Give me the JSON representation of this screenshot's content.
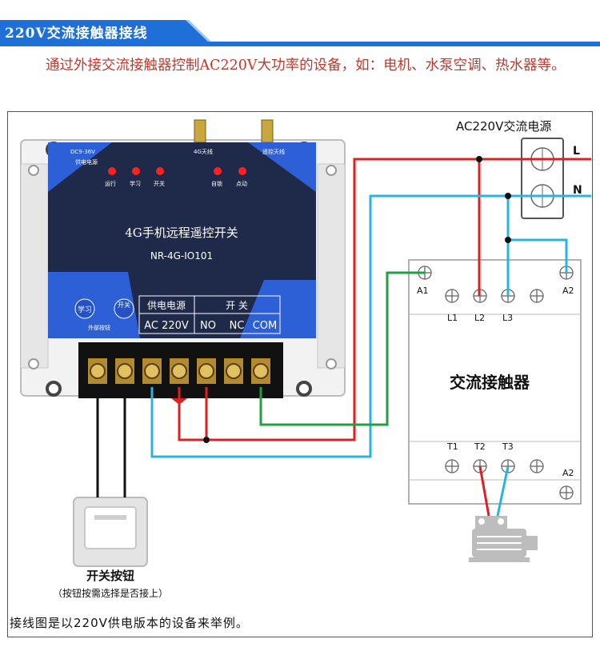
{
  "header": {
    "title": "220V交流接触器接线"
  },
  "intro": "通过外接交流接触器控制AC220V大功率的设备，如：电机、水泵空调、热水器等。",
  "power_source": {
    "title": "AC220V交流电源",
    "l": "L",
    "n": "N"
  },
  "device": {
    "top_left": "DC9-36V",
    "top_left_sub": "供电电源",
    "antenna_4g": "4G天线",
    "antenna_remote": "遥控天线",
    "leds": [
      "运行",
      "学习",
      "开关",
      "自锁",
      "点动"
    ],
    "title": "4G手机远程遥控开关",
    "model": "NR-4G-IO101",
    "btn_learn": "学习",
    "btn_switch": "开关",
    "ext_button": "外部按钮",
    "table_power": "供电电源",
    "table_power_val": "AC 220V",
    "table_switch": "开 关",
    "no": "NO",
    "nc": "NC",
    "com": "COM"
  },
  "contactor": {
    "title": "交流接触器",
    "a1": "A1",
    "a2_top": "A2",
    "a2_bottom": "A2",
    "top_terminals": [
      "L1",
      "L2",
      "L3"
    ],
    "bottom_terminals": [
      "T1",
      "T2",
      "T3"
    ]
  },
  "switch": {
    "label": "开关按钮",
    "note": "（按钮按需选择是否接上）"
  },
  "caption": "接线图是以220V供电版本的设备来举例。",
  "colors": {
    "red": "#e02020",
    "blue": "#28b4e0",
    "green": "#20a040",
    "black": "#111111",
    "accent_blue": "#1f6fd8"
  }
}
